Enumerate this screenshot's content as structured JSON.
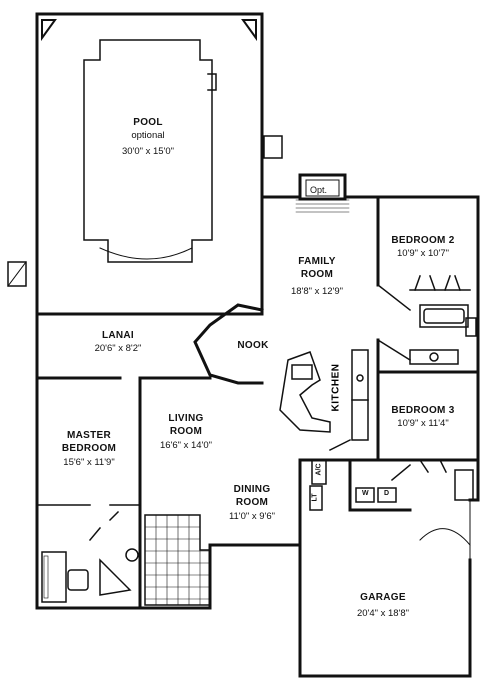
{
  "rooms": {
    "pool": {
      "name": "POOL",
      "note": "optional",
      "dims": "30'0\" x 15'0\""
    },
    "lanai": {
      "name": "LANAI",
      "dims": "20'6\" x 8'2\""
    },
    "nook": {
      "name": "NOOK"
    },
    "family": {
      "name": "FAMILY",
      "name2": "ROOM",
      "dims": "18'8\" x 12'9\""
    },
    "bedroom2": {
      "name": "BEDROOM 2",
      "dims": "10'9\" x 10'7\""
    },
    "kitchen": {
      "name": "KITCHEN"
    },
    "bedroom3": {
      "name": "BEDROOM 3",
      "dims": "10'9\" x 11'4\""
    },
    "master": {
      "name": "MASTER",
      "name2": "BEDROOM",
      "dims": "15'6\" x 11'9\""
    },
    "living": {
      "name": "LIVING",
      "name2": "ROOM",
      "dims": "16'6\" x 14'0\""
    },
    "dining": {
      "name": "DINING",
      "name2": "ROOM",
      "dims": "11'0\" x 9'6\""
    },
    "garage": {
      "name": "GARAGE",
      "dims": "20'4\" x 18'8\""
    }
  },
  "fixtures": {
    "fireplace": "Opt.",
    "ac": "A/C",
    "lt": "LT",
    "washer": "W",
    "dryer": "D"
  }
}
